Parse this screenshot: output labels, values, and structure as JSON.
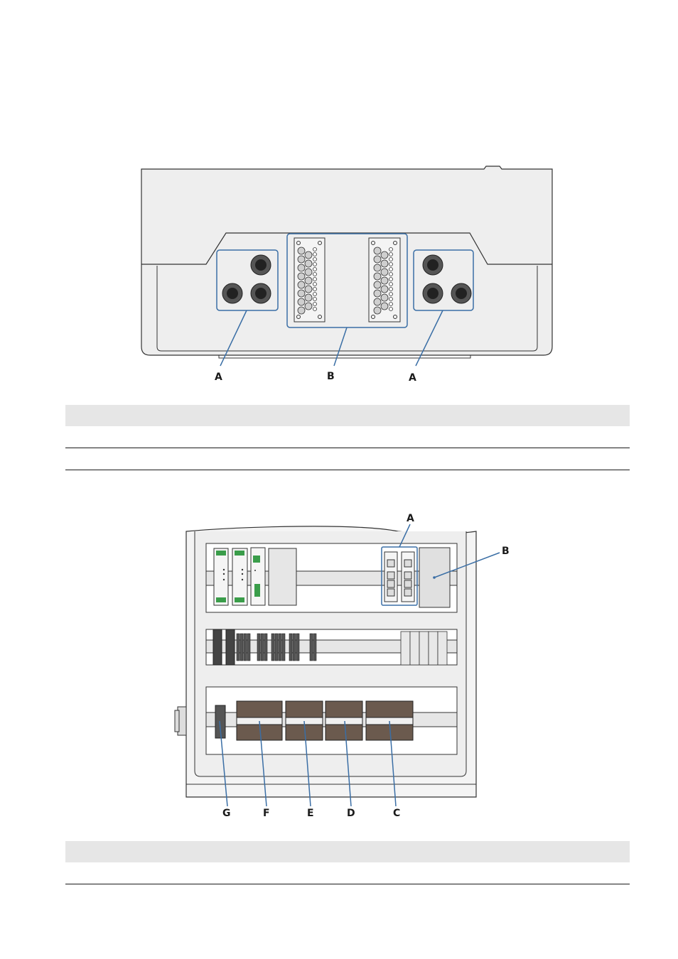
{
  "figure_top": {
    "callouts": {
      "a_left": "A",
      "b": "B",
      "a_right": "A"
    }
  },
  "figure_bottom": {
    "callouts": {
      "a": "A",
      "b": "B",
      "c": "C",
      "d": "D",
      "e": "E",
      "f": "F",
      "g": "G"
    }
  },
  "table_top": {
    "rows": 2
  },
  "table_bottom": {
    "rows": 1
  }
}
